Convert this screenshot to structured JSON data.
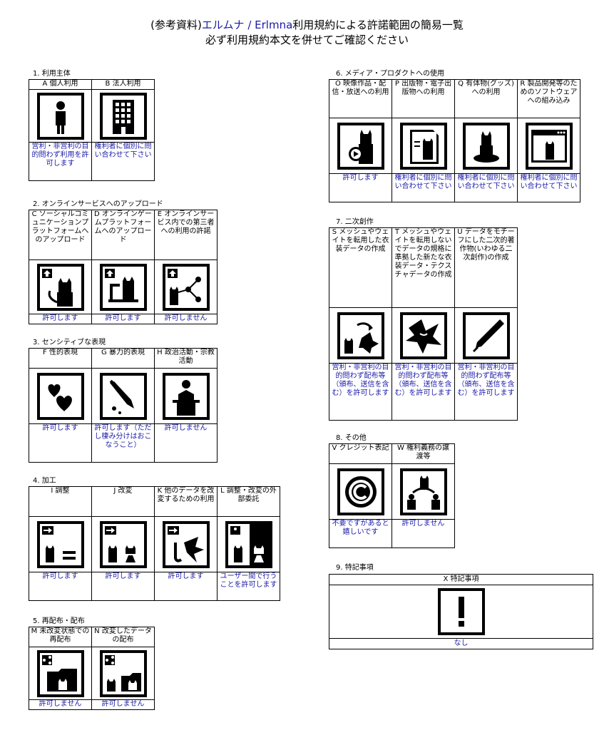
{
  "header": {
    "line1_pre": "(参考資料)",
    "line1_link": "エルムナ / Erlmna",
    "line1_post": "利用規約による許諾範囲の簡易一覧",
    "line2": "必ず利用規約本文を併せてご確認ください"
  },
  "s1": {
    "title": "1. 利用主体",
    "items": [
      {
        "label": "A 個人利用",
        "icon": "person-icon",
        "perm": "営利・非営利の目的問わず利用を許可します"
      },
      {
        "label": "B 法人利用",
        "icon": "building-icon",
        "perm": "権利者に個別に問い合わせて下さい"
      }
    ]
  },
  "s2": {
    "title": "2. オンラインサービスへのアップロード",
    "items": [
      {
        "label": "C ソーシャルコミュニケーションプラットフォームへのアップロード",
        "icon": "upload-social-icon",
        "perm": "許可します"
      },
      {
        "label": "D オンラインゲームプラットフォームへのアップロード",
        "icon": "upload-game-icon",
        "perm": "許可します"
      },
      {
        "label": "E オンラインサービス内での第三者への利用の許諾",
        "icon": "share-third-party-icon",
        "perm": "許可しません"
      }
    ]
  },
  "s3": {
    "title": "3. センシティブな表現",
    "items": [
      {
        "label": "F 性的表現",
        "icon": "hearts-icon",
        "perm": "許可します"
      },
      {
        "label": "G 暴力的表現",
        "icon": "knife-icon",
        "perm": "許可します（ただし棲み分けはおこなうこと）"
      },
      {
        "label": "H 政治活動・宗教活動",
        "icon": "podium-icon",
        "perm": "許可しません"
      }
    ]
  },
  "s4": {
    "title": "4. 加工",
    "items": [
      {
        "label": "I 調整",
        "icon": "adjust-icon",
        "perm": "許可します"
      },
      {
        "label": "J 改変",
        "icon": "modify-icon",
        "perm": "許可します"
      },
      {
        "label": "K 他のデータを改変するための利用",
        "icon": "derive-icon",
        "perm": "許可します"
      },
      {
        "label": "L 調整・改変の外部委託",
        "icon": "outsource-icon",
        "perm": "ユーザー間で行うことを許可します"
      }
    ]
  },
  "s5": {
    "title": "5. 再配布・配布",
    "items": [
      {
        "label": "M 未改変状態での再配布",
        "icon": "redistribute-icon",
        "perm": "許可しません"
      },
      {
        "label": "N 改変したデータの配布",
        "icon": "modified-distribute-icon",
        "perm": "許可しません"
      }
    ]
  },
  "s6": {
    "title": "6. メディア・プロダクトへの使用",
    "items": [
      {
        "label": "O 映像作品・配信・放送への利用",
        "icon": "video-icon",
        "perm": "許可します"
      },
      {
        "label": "P 出版物・電子出版物への利用",
        "icon": "publication-icon",
        "perm": "権利者に個別に問い合わせて下さい"
      },
      {
        "label": "Q 有体物(グッズ)への利用",
        "icon": "goods-icon",
        "perm": "権利者に個別に問い合わせて下さい"
      },
      {
        "label": "R 製品開発等のためのソフトウェアへの組み込み",
        "icon": "software-icon",
        "perm": "権利者に個別に問い合わせて下さい"
      }
    ]
  },
  "s7": {
    "title": "7. 二次創作",
    "items": [
      {
        "label": "S メッシュやウェイトを転用した衣装データの作成",
        "icon": "costume-icon",
        "perm": "営利・非営利の目的問わず配布等（頒布、送信を含む）を許可します"
      },
      {
        "label": "T メッシュやウェイトを転用しないでデータの規格に準拠した新たな衣装データ・テクスチャデータの作成",
        "icon": "fabric-icon",
        "perm": "営利・非営利の目的問わず配布等（頒布、送信を含む）を許可します"
      },
      {
        "label": "U データをモチーフにした二次的著作物(いわゆる二次創作)の作成",
        "icon": "pen-icon",
        "perm": "営利・非営利の目的問わず配布等（頒布、送信を含む）を許可します"
      }
    ]
  },
  "s8": {
    "title": "8. その他",
    "items": [
      {
        "label": "V クレジット表記",
        "icon": "copyright-icon",
        "perm": "不要ですがあると嬉しいです"
      },
      {
        "label": "W 権利義務の譲渡等",
        "icon": "transfer-icon",
        "perm": "許可しません"
      }
    ]
  },
  "s9": {
    "title": "9. 特記事項",
    "label": "X 特記事項",
    "icon": "exclamation-icon",
    "perm": "なし"
  },
  "colors": {
    "link": "#1a1aa8",
    "pictogram": "#000000"
  }
}
